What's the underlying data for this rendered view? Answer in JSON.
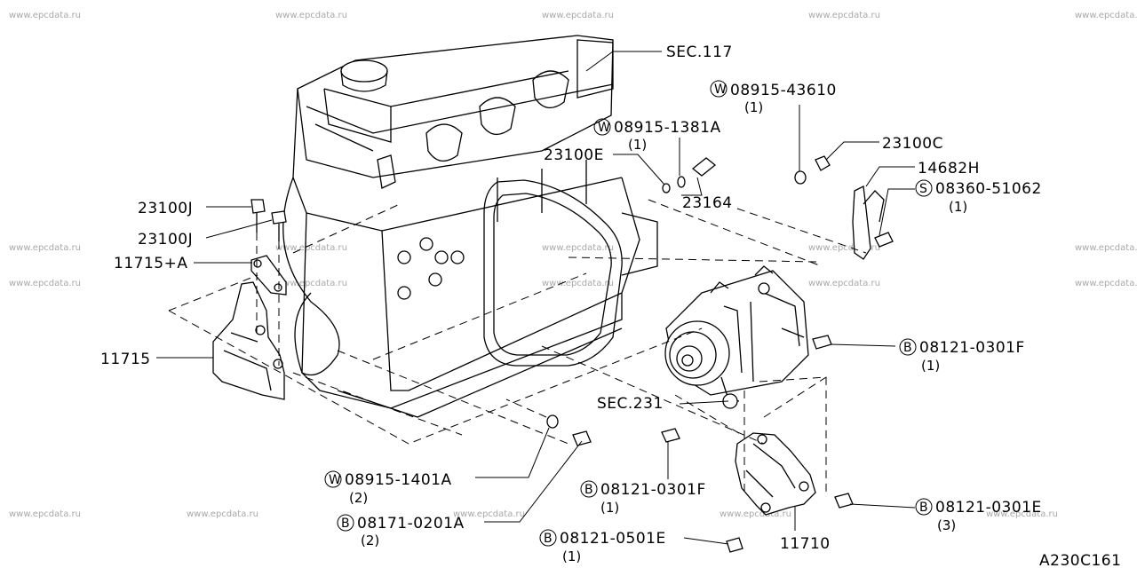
{
  "watermark": "www.epcdata.ru",
  "diagram_code": "A230C161",
  "labels": {
    "sec117": "SEC.117",
    "w43610_prefix": "W",
    "w43610": "08915-43610",
    "w43610_qty": "(1)",
    "w1381a_prefix": "W",
    "w1381a": "08915-1381A",
    "w1381a_qty": "(1)",
    "p23100e": "23100E",
    "p23100c": "23100C",
    "p14682h": "14682H",
    "s51062_prefix": "S",
    "s51062": "08360-51062",
    "s51062_qty": "(1)",
    "p23164": "23164",
    "p23100j_a": "23100J",
    "p23100j_b": "23100J",
    "p11715a": "11715+A",
    "p11715": "11715",
    "b0301f_r_prefix": "B",
    "b0301f_r": "08121-0301F",
    "b0301f_r_qty": "(1)",
    "sec231": "SEC.231",
    "w1401a_prefix": "W",
    "w1401a": "08915-1401A",
    "w1401a_qty": "(2)",
    "b0201a_prefix": "B",
    "b0201a": "08171-0201A",
    "b0201a_qty": "(2)",
    "b0301f_b_prefix": "B",
    "b0301f_b": "08121-0301F",
    "b0301f_b_qty": "(1)",
    "b0301e_prefix": "B",
    "b0301e": "08121-0301E",
    "b0301e_qty": "(3)",
    "b0501e_prefix": "B",
    "b0501e": "08121-0501E",
    "b0501e_qty": "(1)",
    "p11710": "11710"
  }
}
